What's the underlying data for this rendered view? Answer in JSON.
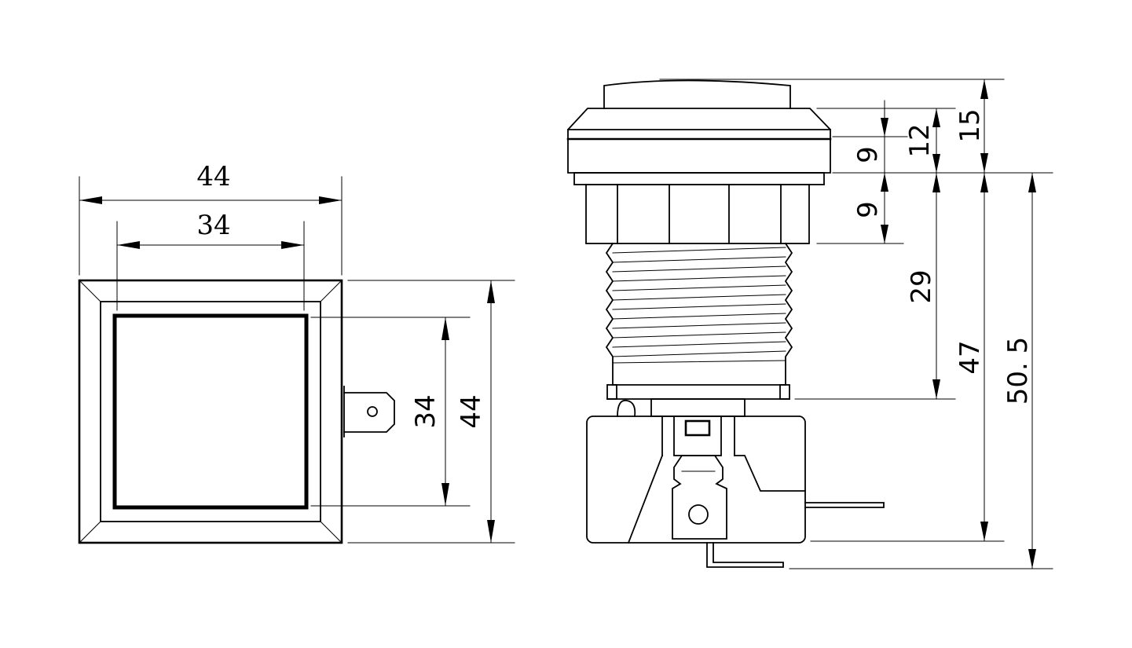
{
  "front_view": {
    "dim_outer_width": "44",
    "dim_inner_width": "34",
    "dim_inner_height": "34",
    "dim_outer_height": "44"
  },
  "side_view": {
    "dim_cap": "9",
    "dim_bezel_total": "12",
    "dim_top_total": "15",
    "dim_nut": "9",
    "dim_body": "29",
    "dim_full_body": "47",
    "dim_overall": "50. 5"
  }
}
